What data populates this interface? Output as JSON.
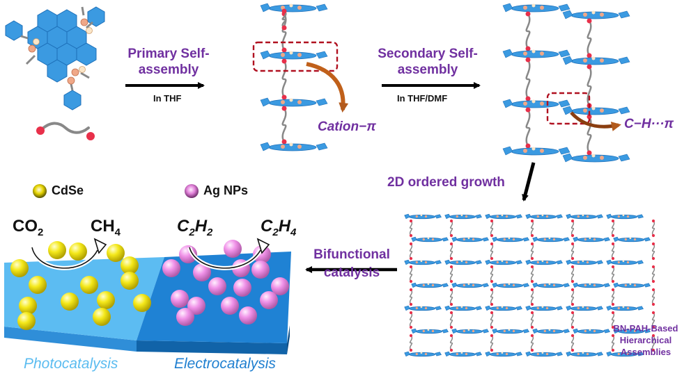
{
  "steps": {
    "primary_line1": "Primary  Self-",
    "primary_line2": "assembly",
    "primary_solvent": "In THF",
    "secondary_line1": "Secondary Self-",
    "secondary_line2": "assembly",
    "secondary_solvent": "In THF/DMF",
    "growth": "2D ordered growth",
    "bifunctional_line1": "Bifunctional",
    "bifunctional_line2": "catalysis"
  },
  "interactions": {
    "cation_pi": "Cation−π",
    "ch_pi": "C−H···π"
  },
  "legend": {
    "cdse": "CdSe",
    "ag": "Ag NPs"
  },
  "reactions": {
    "co2": "CO",
    "co2_sub": "2",
    "ch4": "CH",
    "ch4_sub": "4",
    "c2h2_c": "C",
    "c2h2_c_sub": "2",
    "c2h2_h": "H",
    "c2h2_h_sub": "2",
    "c2h4_c": "C",
    "c2h4_c_sub": "2",
    "c2h4_h": "H",
    "c2h4_h_sub": "4"
  },
  "catalysis": {
    "photo": "Photocatalysis",
    "electro": "Electrocatalysis"
  },
  "assembly_label": [
    "BN-PAH-Based",
    "Hierarchical",
    "Assemblies"
  ],
  "colors": {
    "purple": "#7030a0",
    "molecule_blue": "#3b9ae1",
    "boron_pink": "#f0a080",
    "linker_red": "#e8304a",
    "highlight_red": "#b01020",
    "bond_arrow": "#c0601a",
    "photo_blue": "#5bbcf0",
    "electro_blue": "#1f7fd0",
    "cdse_yellow": "#f2e600",
    "ag_pink": "#ee90e6"
  }
}
